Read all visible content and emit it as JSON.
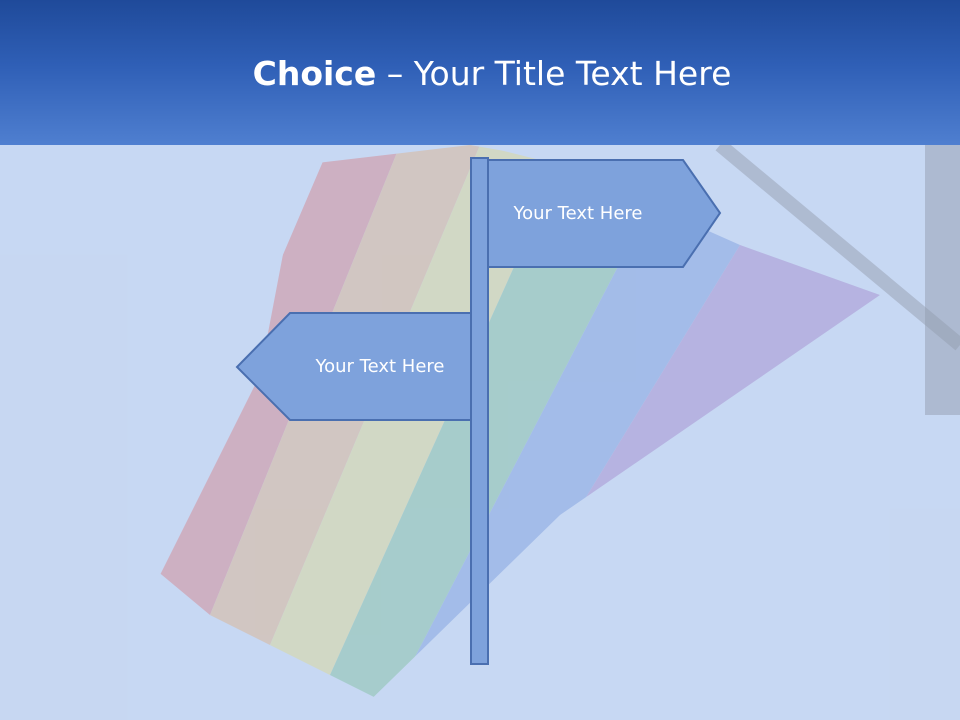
{
  "slide": {
    "title_bold": "Choice",
    "title_rest": " – Your Title Text Here"
  },
  "signpost": {
    "right_sign_text": "Your Text Here",
    "left_sign_text": "Your Text Here"
  },
  "colors": {
    "title_bar": "#2f5fb6",
    "sign_fill": "#7ea2dc",
    "sign_border": "#4a6fb0",
    "background": "#c7d7f0"
  }
}
